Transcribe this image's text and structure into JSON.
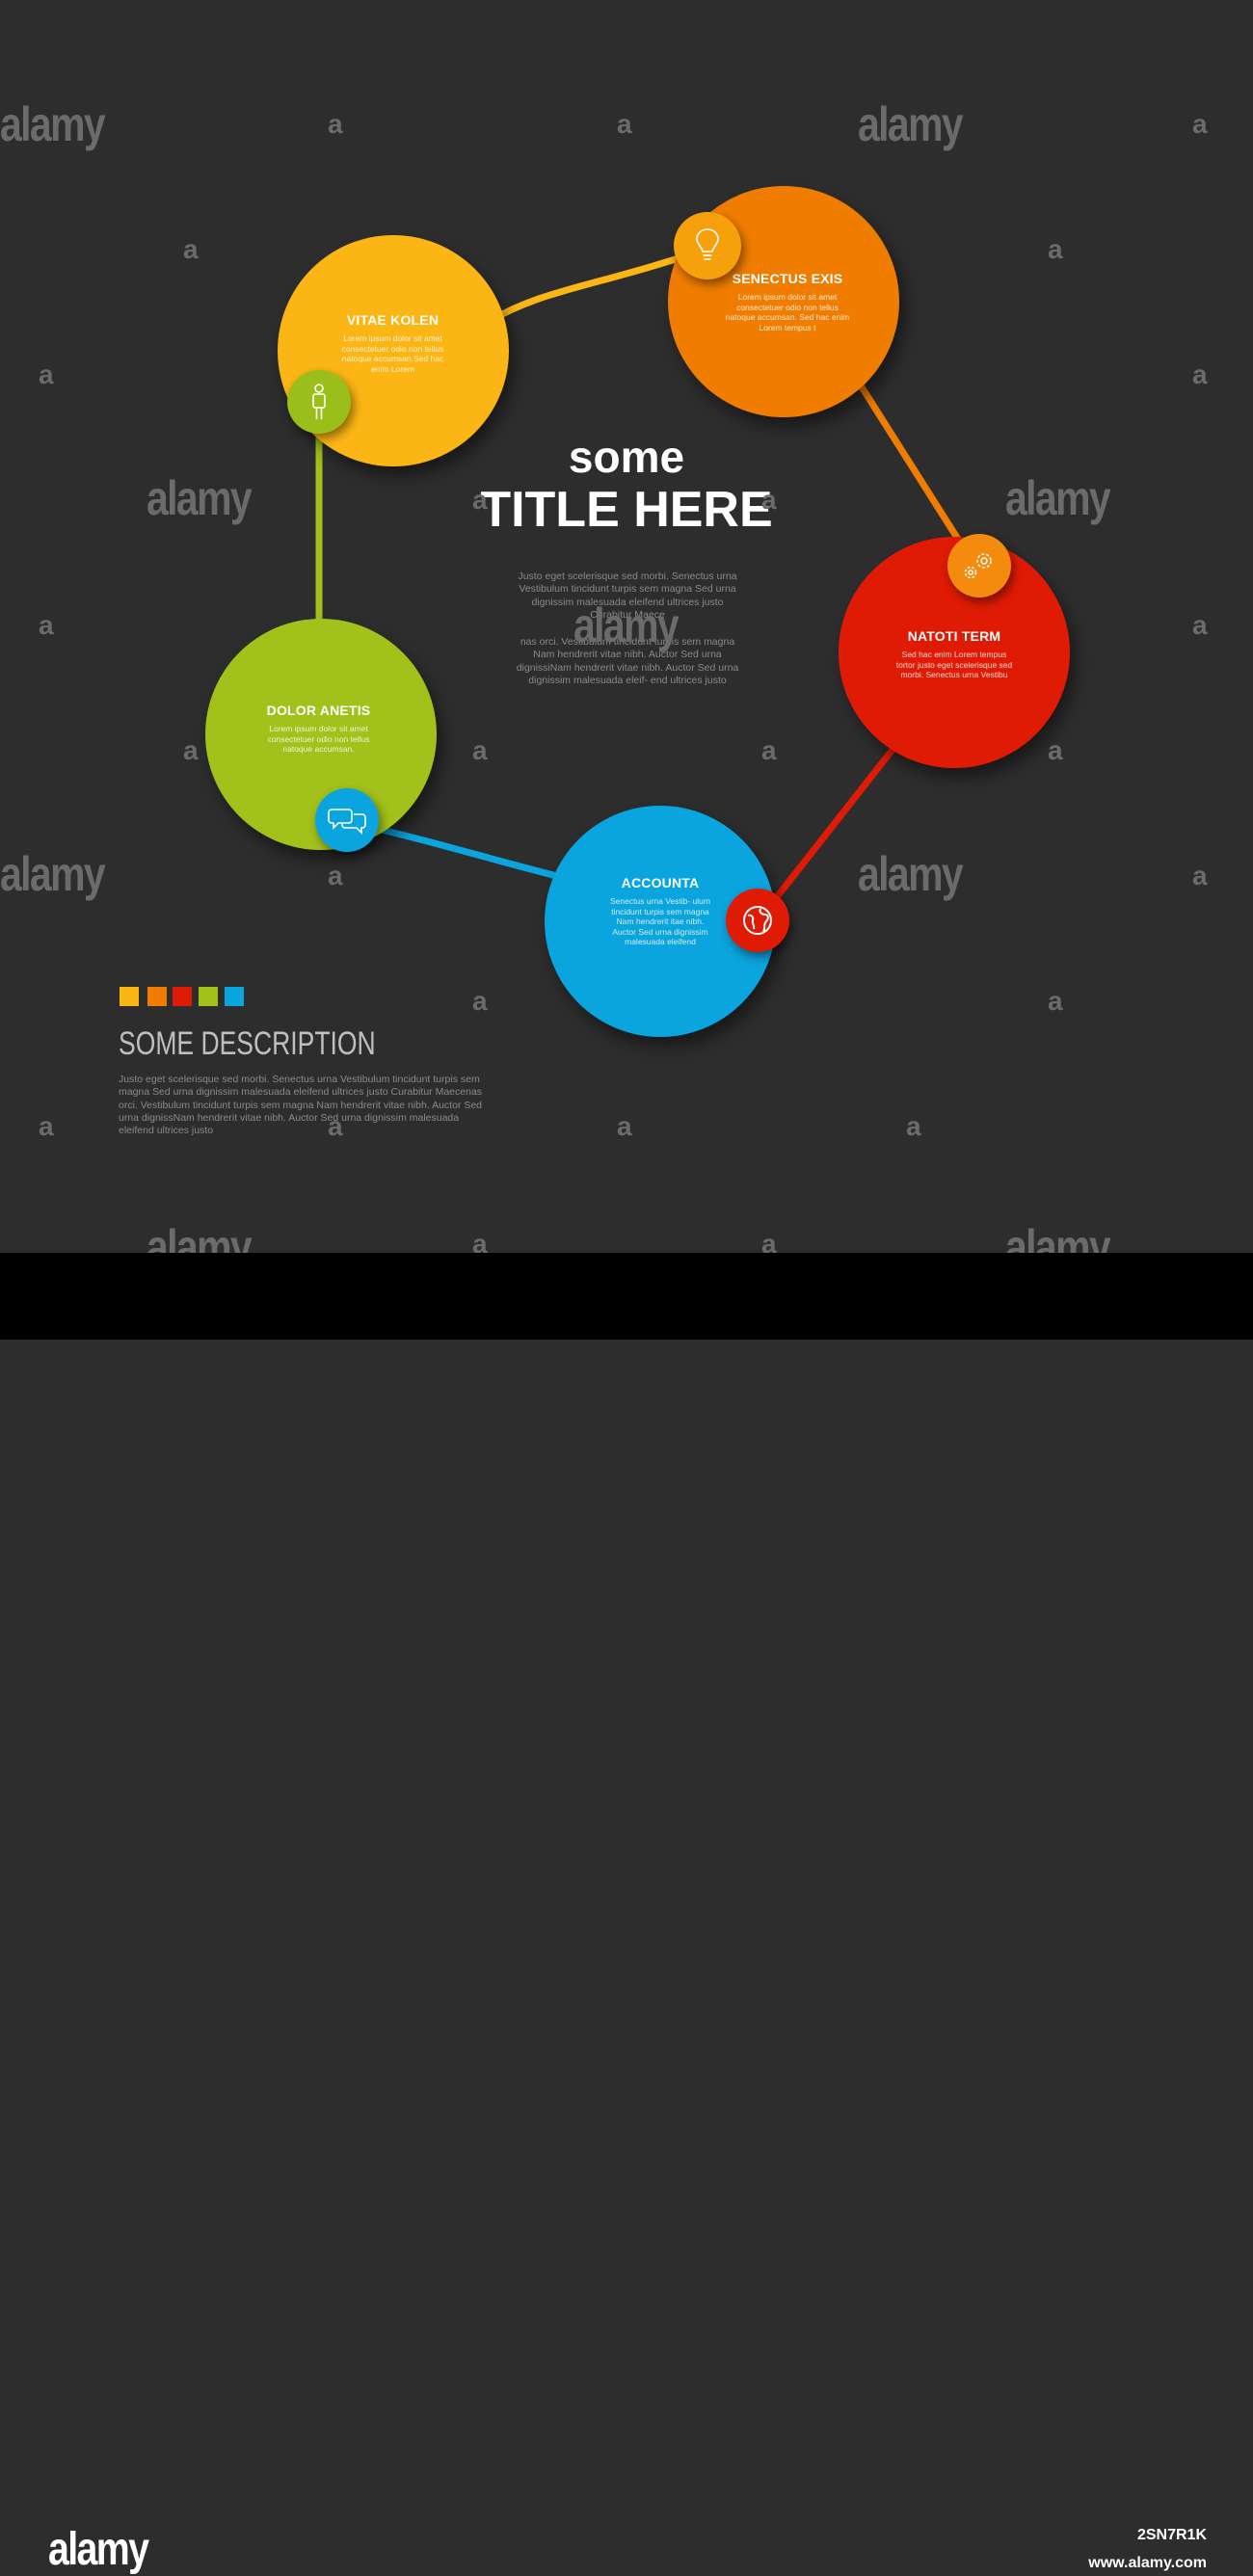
{
  "title": {
    "line1": "some",
    "line2": "TITLE HERE"
  },
  "center_text": {
    "para1": "Justo eget scelerisque sed morbi. Senectus urna Vestibulum tincidunt turpis sem magna Sed urna dignissim malesuada eleifend ultrices justo Curabitur Maece",
    "para2": "nas orci. Vestibulum tincidunt turpis sem magna Nam hendrerit vitae nibh. Auctor Sed urna dignissiNam hendrerit vitae nibh. Auctor Sed urna dignissim malesuada eleif- end ultrices justo"
  },
  "steps": [
    {
      "title": "VITAE KOLEN",
      "text": "Lorem ipsum dolor sit amet consectetuer odio non tellus natoque accumsan.Sed hac enim Lorem",
      "color": "#fbb514",
      "icon": "person-icon",
      "node_color": "#9bbf1a"
    },
    {
      "title": "SENECTUS EXIS",
      "text": "Lorem ipsum dolor sit amet consectetuer odio non tellus natoque accumsan. Sed hac enim Lorem tempus t",
      "color": "#f07d00",
      "icon": "lightbulb-icon",
      "node_color": "#f6a00c"
    },
    {
      "title": "NATOTI TERM",
      "text": "Sed hac enim Lorem tempus tortor justo eget scelerisque sed morbi. Senectus urna Vestibu",
      "color": "#e01b05",
      "icon": "gears-icon",
      "node_color": "#f48a0e"
    },
    {
      "title": "ACCOUNTA",
      "text": "Senectus urna Vestib- ulum tincidunt turpis sem magna Nam hendrerit itae nibh. Auctor Sed urna dignissim malesuada eleifend",
      "color": "#0aa4de",
      "icon": "globe-icon",
      "node_color": "#e01b05"
    },
    {
      "title": "DOLOR ANETIS",
      "text": "Lorem ipsum dolor sit amet consectetuer odio non tellus natoque accumsan.",
      "color": "#a2c11a",
      "icon": "chat-icon",
      "node_color": "#0aa4de"
    }
  ],
  "legend_colors": [
    "#fbb514",
    "#f07d00",
    "#e01b05",
    "#a2c11a",
    "#0aa4de"
  ],
  "description": {
    "title": "SOME DESCRIPTION",
    "body": "Justo eget scelerisque sed morbi. Senectus urna Vestibulum tincidunt turpis sem magna Sed urna dignissim malesuada eleifend ultrices justo Curabitur Maecenas orci. Vestibulum tincidunt turpis sem magna Nam hendrerit vitae nibh. Auctor Sed urna dignissNam hendrerit vitae nibh. Auctor Sed urna dignissim malesuada eleifend ultrices justo"
  },
  "watermark": {
    "word": "alamy",
    "letter": "a"
  },
  "footer": {
    "logo": "alamy",
    "image_id": "2SN7R1K",
    "url": "www.alamy.com"
  }
}
